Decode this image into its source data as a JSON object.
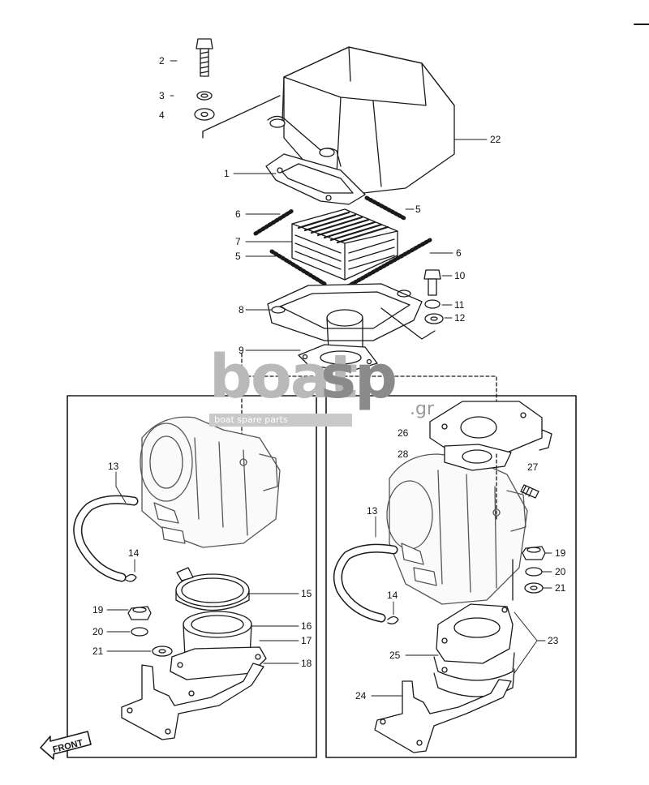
{
  "watermark": {
    "brand_left": "boat",
    "brand_right": "sp",
    "tld": ".gr",
    "tagline": "boat spare parts"
  },
  "front_label": "FRONT",
  "callouts": [
    {
      "id": "c2",
      "text": "2"
    },
    {
      "id": "c3",
      "text": "3"
    },
    {
      "id": "c4",
      "text": "4"
    },
    {
      "id": "c22",
      "text": "22"
    },
    {
      "id": "c1",
      "text": "1"
    },
    {
      "id": "c6a",
      "text": "6"
    },
    {
      "id": "c5a",
      "text": "5"
    },
    {
      "id": "c7",
      "text": "7"
    },
    {
      "id": "c5b",
      "text": "5"
    },
    {
      "id": "c6b",
      "text": "6"
    },
    {
      "id": "c10",
      "text": "10"
    },
    {
      "id": "c8",
      "text": "8"
    },
    {
      "id": "c11",
      "text": "11"
    },
    {
      "id": "c12",
      "text": "12"
    },
    {
      "id": "c9",
      "text": "9"
    },
    {
      "id": "c26",
      "text": "26"
    },
    {
      "id": "c28",
      "text": "28"
    },
    {
      "id": "c27",
      "text": "27"
    },
    {
      "id": "c13a",
      "text": "13"
    },
    {
      "id": "c13b",
      "text": "13"
    },
    {
      "id": "c14a",
      "text": "14"
    },
    {
      "id": "c14b",
      "text": "14"
    },
    {
      "id": "c15",
      "text": "15"
    },
    {
      "id": "c16",
      "text": "16"
    },
    {
      "id": "c17",
      "text": "17"
    },
    {
      "id": "c18",
      "text": "18"
    },
    {
      "id": "c19a",
      "text": "19"
    },
    {
      "id": "c20a",
      "text": "20"
    },
    {
      "id": "c21a",
      "text": "21"
    },
    {
      "id": "c19b",
      "text": "19"
    },
    {
      "id": "c20b",
      "text": "20"
    },
    {
      "id": "c21b",
      "text": "21"
    },
    {
      "id": "c23",
      "text": "23"
    },
    {
      "id": "c25",
      "text": "25"
    },
    {
      "id": "c24",
      "text": "24"
    }
  ]
}
